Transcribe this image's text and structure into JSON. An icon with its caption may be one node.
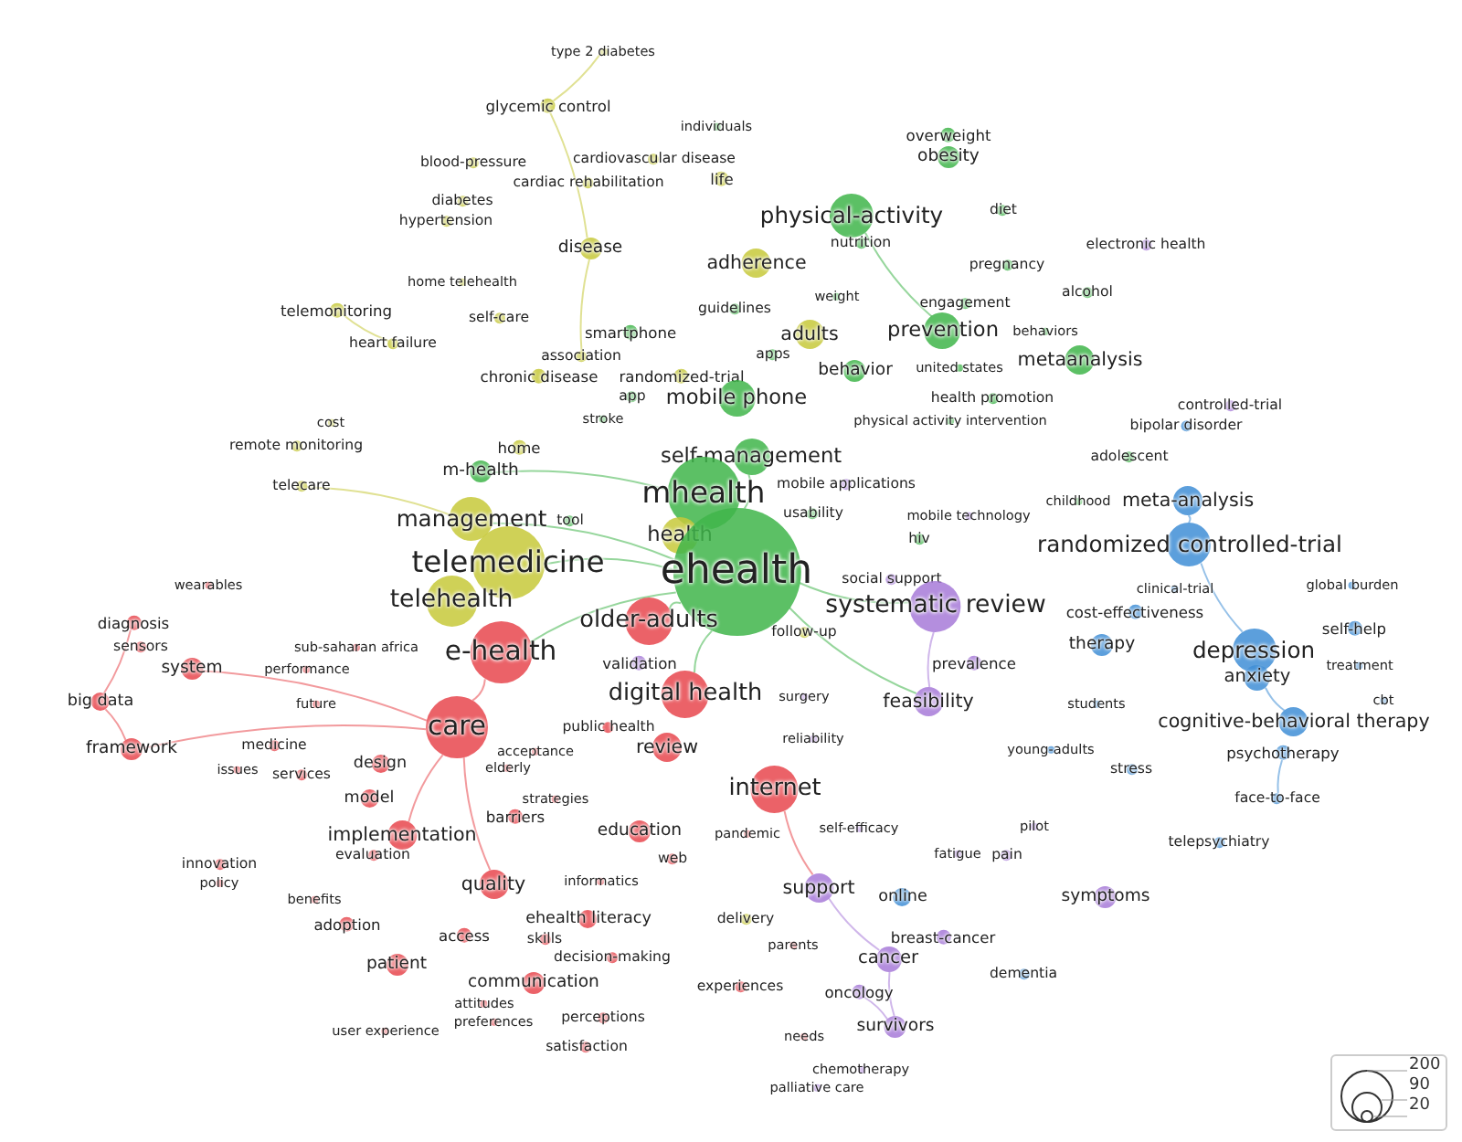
{
  "diagram": {
    "nodes": [
      {
        "text": [
          "type 2 diabetes"
        ]
      },
      {
        "text": [
          "glycemic control"
        ]
      },
      {
        "text": [
          "individuals"
        ]
      },
      {
        "text": [
          "overweight"
        ]
      },
      {
        "text": [
          "obesity"
        ]
      },
      {
        "text": [
          "blood-pressure"
        ]
      },
      {
        "text": [
          "cardiovascular disease"
        ]
      },
      {
        "text": [
          "cardiac rehabilitation"
        ]
      },
      {
        "text": [
          "life"
        ]
      },
      {
        "text": [
          "diabetes"
        ]
      },
      {
        "text": [
          "hypertension"
        ]
      },
      {
        "text": [
          "physical-activity"
        ]
      },
      {
        "text": [
          "diet"
        ]
      },
      {
        "text": [
          "nutrition"
        ]
      },
      {
        "text": [
          "electronic health"
        ]
      },
      {
        "text": [
          "adherence"
        ]
      },
      {
        "text": [
          "disease"
        ]
      },
      {
        "text": [
          "pregnancy"
        ]
      },
      {
        "text": [
          "weight"
        ]
      },
      {
        "text": [
          "alcohol"
        ]
      },
      {
        "text": [
          "engagement"
        ]
      },
      {
        "text": [
          "home telehealth"
        ]
      },
      {
        "text": [
          "guidelines"
        ]
      },
      {
        "text": [
          "telemonitoring"
        ]
      },
      {
        "text": [
          "self-care"
        ]
      },
      {
        "text": [
          "adults"
        ]
      },
      {
        "text": [
          "prevention"
        ]
      },
      {
        "text": [
          "behaviors"
        ]
      },
      {
        "text": [
          "smartphone"
        ]
      },
      {
        "text": [
          "heart failure"
        ]
      },
      {
        "text": [
          "association"
        ]
      },
      {
        "text": [
          "apps"
        ]
      },
      {
        "text": [
          "metaanalysis"
        ]
      },
      {
        "text": [
          "united states"
        ]
      },
      {
        "text": [
          "behavior"
        ]
      },
      {
        "text": [
          "chronic disease"
        ]
      },
      {
        "text": [
          "randomized-trial"
        ]
      },
      {
        "text": [
          "app"
        ]
      },
      {
        "text": [
          "mobile phone"
        ]
      },
      {
        "text": [
          "health promotion"
        ]
      },
      {
        "text": [
          "controlled-trial"
        ]
      },
      {
        "text": [
          "stroke"
        ]
      },
      {
        "text": [
          "cost"
        ]
      },
      {
        "text": [
          "physical activity intervention"
        ]
      },
      {
        "text": [
          "bipolar disorder"
        ]
      },
      {
        "text": [
          "remote monitoring"
        ]
      },
      {
        "text": [
          "home"
        ]
      },
      {
        "text": [
          "self-management"
        ]
      },
      {
        "text": [
          "adolescent"
        ]
      },
      {
        "text": [
          "m-health"
        ]
      },
      {
        "text": [
          "mobile applications"
        ]
      },
      {
        "text": [
          "telecare"
        ]
      },
      {
        "text": [
          "mhealth"
        ]
      },
      {
        "text": [
          "childhood"
        ]
      },
      {
        "text": [
          "meta-analysis"
        ]
      },
      {
        "text": [
          "mobile technology"
        ]
      },
      {
        "text": [
          "usability"
        ]
      },
      {
        "text": [
          "management"
        ]
      },
      {
        "text": [
          "tool"
        ]
      },
      {
        "text": [
          "health"
        ]
      },
      {
        "text": [
          "hiv"
        ]
      },
      {
        "text": [
          "randomized controlled-trial"
        ]
      },
      {
        "text": [
          "telemedicine"
        ]
      },
      {
        "text": [
          "ehealth"
        ]
      },
      {
        "text": [
          "social support"
        ]
      },
      {
        "text": [
          "wearables"
        ]
      },
      {
        "text": [
          "global burden"
        ]
      },
      {
        "text": [
          "clinical-trial"
        ]
      },
      {
        "text": [
          "telehealth"
        ]
      },
      {
        "text": [
          "systematic review"
        ]
      },
      {
        "text": [
          "cost-effectiveness"
        ]
      },
      {
        "text": [
          "older-adults"
        ]
      },
      {
        "text": [
          "diagnosis"
        ]
      },
      {
        "text": [
          "follow-up"
        ]
      },
      {
        "text": [
          "self-help"
        ]
      },
      {
        "text": [
          "therapy"
        ]
      },
      {
        "text": [
          "depression"
        ]
      },
      {
        "text": [
          "sensors"
        ]
      },
      {
        "text": [
          "e-health"
        ]
      },
      {
        "text": [
          "sub-saharan africa"
        ]
      },
      {
        "text": [
          "validation"
        ]
      },
      {
        "text": [
          "prevalence"
        ]
      },
      {
        "text": [
          "treatment"
        ]
      },
      {
        "text": [
          "system"
        ]
      },
      {
        "text": [
          "performance"
        ]
      },
      {
        "text": [
          "anxiety"
        ]
      },
      {
        "text": [
          "digital health"
        ]
      },
      {
        "text": [
          "surgery"
        ]
      },
      {
        "text": [
          "big data"
        ]
      },
      {
        "text": [
          "future"
        ]
      },
      {
        "text": [
          "feasibility"
        ]
      },
      {
        "text": [
          "students"
        ]
      },
      {
        "text": [
          "cbt"
        ]
      },
      {
        "text": [
          "cognitive-behavioral therapy"
        ]
      },
      {
        "text": [
          "care"
        ]
      },
      {
        "text": [
          "public health"
        ]
      },
      {
        "text": [
          "reliability"
        ]
      },
      {
        "text": [
          "medicine"
        ]
      },
      {
        "text": [
          "framework"
        ]
      },
      {
        "text": [
          "review"
        ]
      },
      {
        "text": [
          "acceptance"
        ]
      },
      {
        "text": [
          "young-adults"
        ]
      },
      {
        "text": [
          "psychotherapy"
        ]
      },
      {
        "text": [
          "design"
        ]
      },
      {
        "text": [
          "elderly"
        ]
      },
      {
        "text": [
          "issues"
        ]
      },
      {
        "text": [
          "services"
        ]
      },
      {
        "text": [
          "stress"
        ]
      },
      {
        "text": [
          "internet"
        ]
      },
      {
        "text": [
          "model"
        ]
      },
      {
        "text": [
          "strategies"
        ]
      },
      {
        "text": [
          "face-to-face"
        ]
      },
      {
        "text": [
          "barriers"
        ]
      },
      {
        "text": [
          "pilot"
        ]
      },
      {
        "text": [
          "self-efficacy"
        ]
      },
      {
        "text": [
          "pandemic"
        ]
      },
      {
        "text": [
          "education"
        ]
      },
      {
        "text": [
          "implementation"
        ]
      },
      {
        "text": [
          "telepsychiatry"
        ]
      },
      {
        "text": [
          "fatigue"
        ]
      },
      {
        "text": [
          "pain"
        ]
      },
      {
        "text": [
          "evaluation"
        ]
      },
      {
        "text": [
          "web"
        ]
      },
      {
        "text": [
          "innovation"
        ]
      },
      {
        "text": [
          "informatics"
        ]
      },
      {
        "text": [
          "quality"
        ]
      },
      {
        "text": [
          "policy"
        ]
      },
      {
        "text": [
          "support"
        ]
      },
      {
        "text": [
          "online"
        ]
      },
      {
        "text": [
          "symptoms"
        ]
      },
      {
        "text": [
          "benefits"
        ]
      },
      {
        "text": [
          "delivery"
        ]
      },
      {
        "text": [
          "ehealth literacy"
        ]
      },
      {
        "text": [
          "adoption"
        ]
      },
      {
        "text": [
          "access"
        ]
      },
      {
        "text": [
          "skills"
        ]
      },
      {
        "text": [
          "breast-cancer"
        ]
      },
      {
        "text": [
          "parents"
        ]
      },
      {
        "text": [
          "cancer"
        ]
      },
      {
        "text": [
          "decision-making"
        ]
      },
      {
        "text": [
          "patient"
        ]
      },
      {
        "text": [
          "dementia"
        ]
      },
      {
        "text": [
          "communication"
        ]
      },
      {
        "text": [
          "experiences"
        ]
      },
      {
        "text": [
          "oncology"
        ]
      },
      {
        "text": [
          "attitudes"
        ]
      },
      {
        "text": [
          "perceptions"
        ]
      },
      {
        "text": [
          "preferences"
        ]
      },
      {
        "text": [
          "survivors"
        ]
      },
      {
        "text": [
          "user experience"
        ]
      },
      {
        "text": [
          "needs"
        ]
      },
      {
        "text": [
          "satisfaction"
        ]
      },
      {
        "text": [
          "chemotherapy"
        ]
      },
      {
        "text": [
          "palliative care"
        ]
      }
    ],
    "edges": [
      {
        "from": 52,
        "to": 49,
        "arrow": "none"
      },
      {
        "from": 63,
        "to": 62,
        "arrow": "none"
      },
      {
        "from": 63,
        "to": 78,
        "arrow": "none"
      },
      {
        "from": 63,
        "to": 69,
        "arrow": "none"
      },
      {
        "from": 63,
        "to": 86,
        "arrow": "none"
      },
      {
        "from": 63,
        "to": 47,
        "arrow": "none"
      },
      {
        "from": 63,
        "to": 57,
        "arrow": "none"
      },
      {
        "from": 63,
        "to": 90,
        "arrow": "none"
      },
      {
        "from": 63,
        "to": 71,
        "arrow": "none"
      },
      {
        "from": 11,
        "to": 26,
        "arrow": "none"
      },
      {
        "from": 57,
        "to": 51,
        "arrow": "none",
        "color": "#c7c93a"
      },
      {
        "from": 16,
        "to": 30,
        "arrow": "none",
        "color": "#c7c93a"
      },
      {
        "from": 1,
        "to": 0,
        "arrow": "none",
        "color": "#c7c93a"
      },
      {
        "from": 16,
        "to": 1,
        "arrow": "none",
        "color": "#c7c93a"
      },
      {
        "from": 23,
        "to": 29,
        "arrow": "none",
        "color": "#c7c93a"
      },
      {
        "from": 61,
        "to": 76,
        "arrow": "none",
        "color": "#3f8ed6"
      },
      {
        "from": 85,
        "to": 93,
        "arrow": "none",
        "color": "#3f8ed6"
      },
      {
        "from": 61,
        "to": 54,
        "arrow": "none",
        "color": "#3f8ed6"
      },
      {
        "from": 102,
        "to": 111,
        "arrow": "none",
        "color": "#3f8ed6"
      },
      {
        "from": 94,
        "to": 78,
        "arrow": "none",
        "color": "#e8474d"
      },
      {
        "from": 94,
        "to": 117,
        "arrow": "none",
        "color": "#e8474d"
      },
      {
        "from": 94,
        "to": 125,
        "arrow": "none",
        "color": "#e8474d"
      },
      {
        "from": 94,
        "to": 98,
        "arrow": "none",
        "color": "#e8474d"
      },
      {
        "from": 94,
        "to": 83,
        "arrow": "none",
        "color": "#e8474d"
      },
      {
        "from": 108,
        "to": 127,
        "arrow": "none",
        "color": "#e8474d"
      },
      {
        "from": 98,
        "to": 88,
        "arrow": "none",
        "color": "#e8474d"
      },
      {
        "from": 88,
        "to": 72,
        "arrow": "none",
        "color": "#e8474d"
      },
      {
        "from": 69,
        "to": 90,
        "arrow": "none",
        "color": "#a77ad8"
      },
      {
        "from": 127,
        "to": 138,
        "arrow": "none",
        "color": "#a77ad8"
      },
      {
        "from": 138,
        "to": 148,
        "arrow": "none",
        "color": "#a77ad8"
      },
      {
        "from": 148,
        "to": 144,
        "arrow": "none",
        "color": "#a77ad8"
      }
    ],
    "labels": [
      "200",
      "90",
      "20"
    ]
  }
}
